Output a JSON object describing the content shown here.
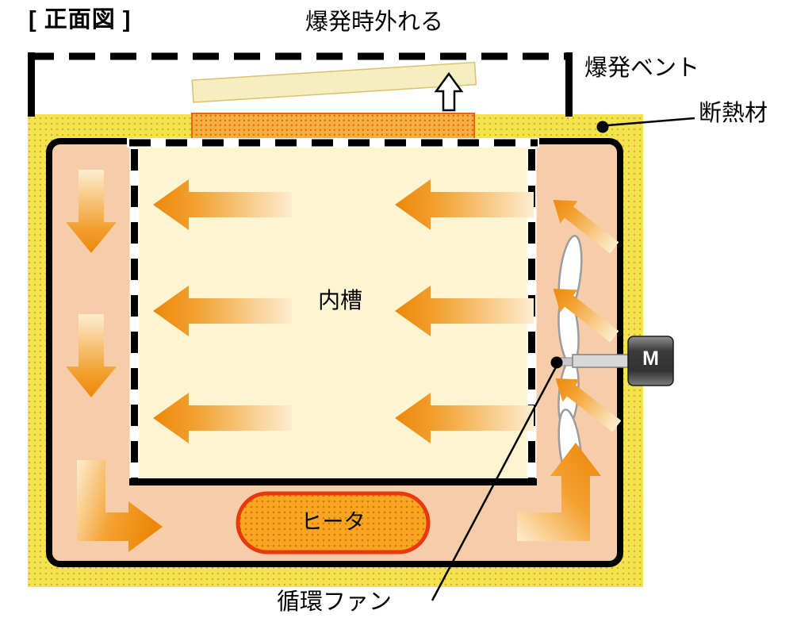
{
  "title": "oven-explosion-vent-diagram",
  "labels": {
    "front_view": "[ 正面図 ]",
    "vent_detach": "爆発時外れる",
    "explosion_vent": "爆発ベント",
    "insulation": "断熱材",
    "inner_tank": "内槽",
    "heater": "ヒータ",
    "fan": "循環ファン",
    "motor": "M"
  },
  "colors": {
    "insulation_fill": "#f3e44e",
    "insulation_dot": "#d9a93c",
    "vent_strip_fill": "#f5ae40",
    "vent_strip_dot": "#e25f1e",
    "vent_strip_border": "#e8641f",
    "vent_cover_fill": "#f7eebf",
    "wall_fill": "#f7cda9",
    "inner_tank_fill": "#fdf4d2",
    "arrow_head": "#ed880b",
    "arrow_tail": "#fdedd0",
    "heater_fill": "#f7a71f",
    "heater_dot": "#db7013",
    "heater_border": "#e8380d",
    "outline": "#000000"
  }
}
